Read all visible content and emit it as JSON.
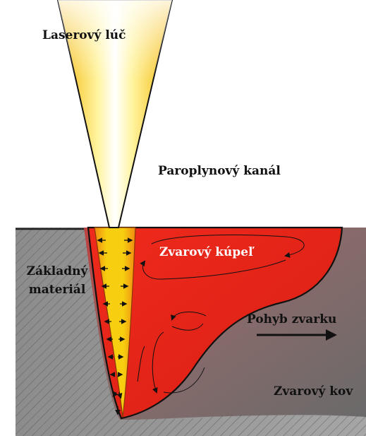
{
  "labels": {
    "laser_beam": "Laserový lúč",
    "vapor_channel": "Paroplynový kanál",
    "weld_pool": "Zvarový kúpeľ",
    "base_material_line1": "Základný",
    "base_material_line2": "materiál",
    "weld_motion": "Pohyb zvarku",
    "weld_metal": "Zvarový kov"
  },
  "colors": {
    "background": "#ffffff",
    "base_material": "#9a9a9a",
    "weld_metal": "#7a7a7a",
    "weld_pool": "#e8231a",
    "keyhole": "#f5c400",
    "beam": "#ffe23a",
    "outline": "#111111"
  }
}
